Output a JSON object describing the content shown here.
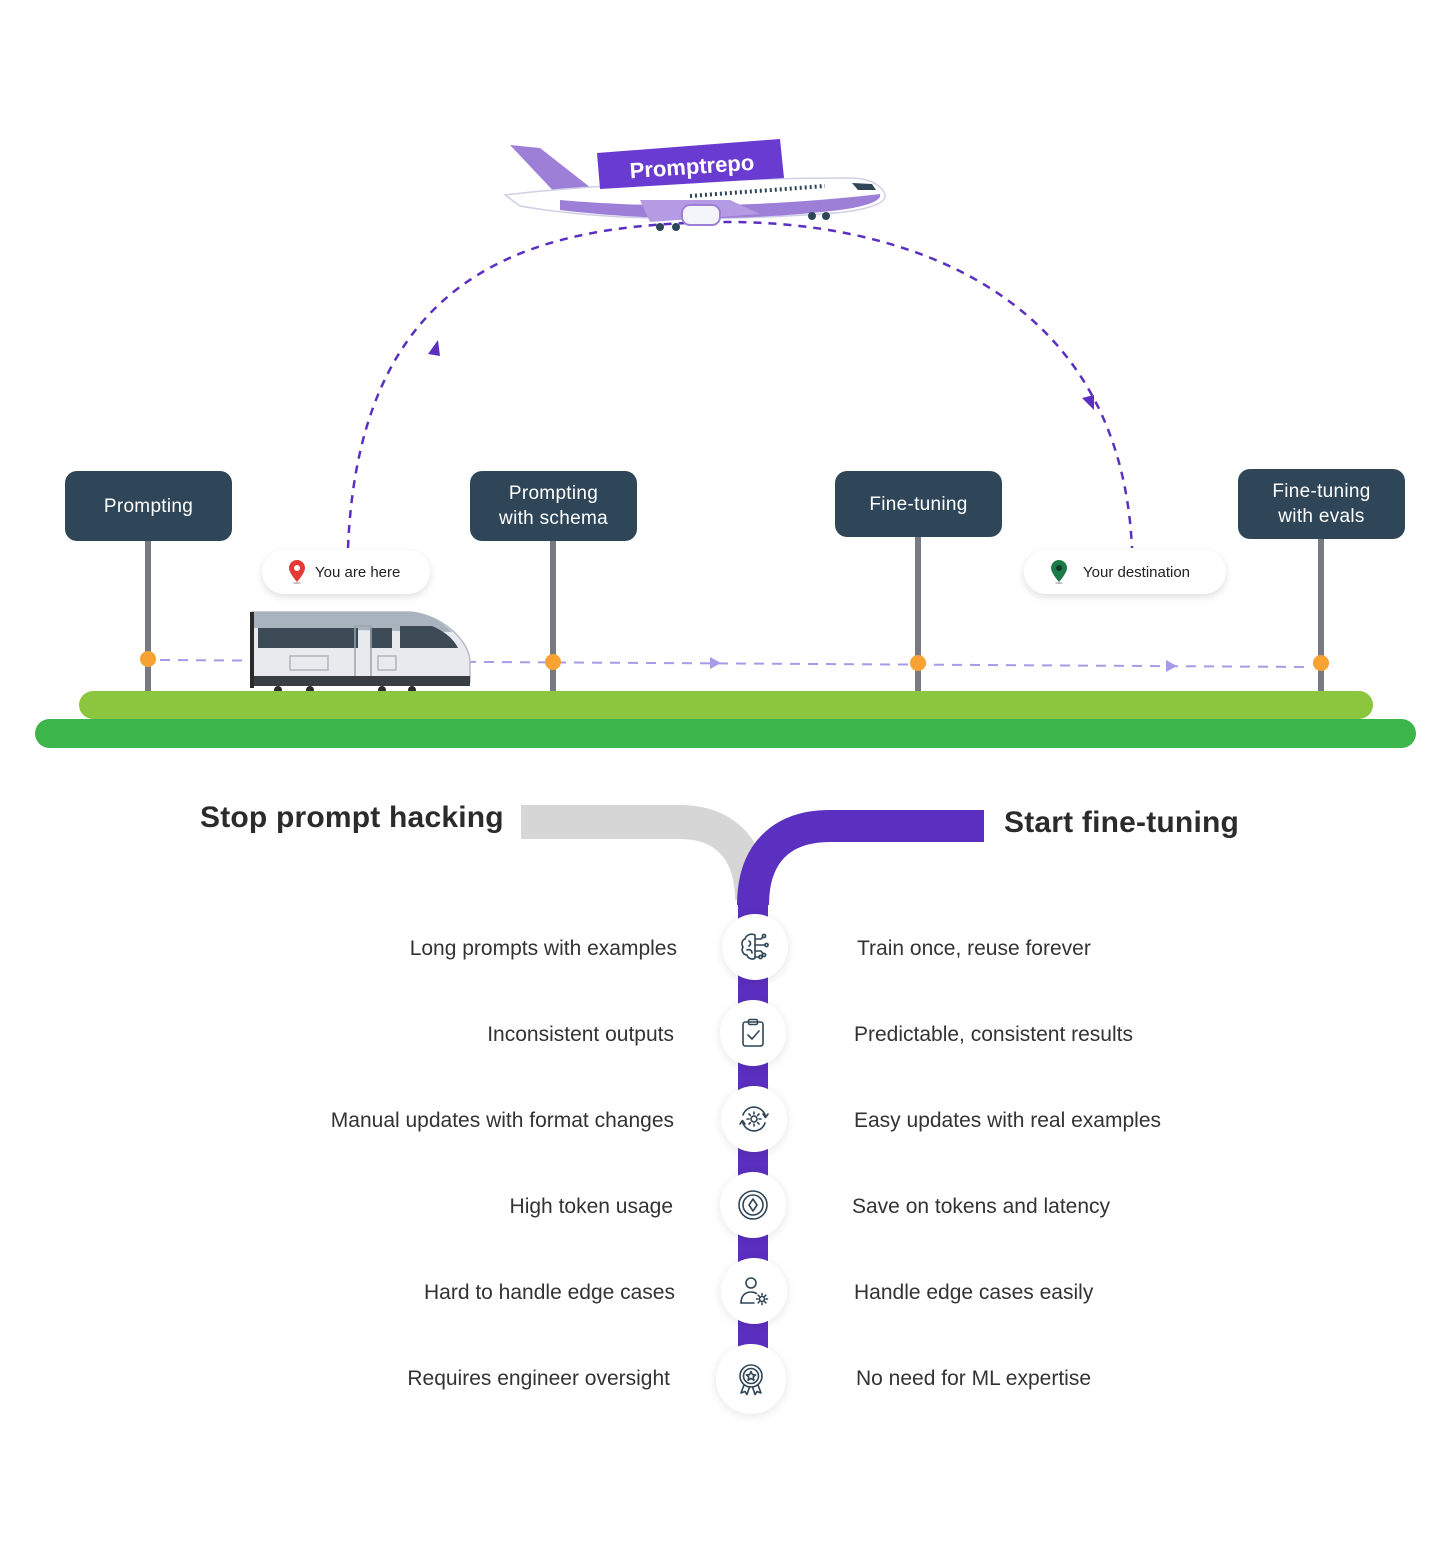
{
  "plane": {
    "brand": "Promptrepo"
  },
  "signs": [
    {
      "label": "Prompting"
    },
    {
      "label": "Prompting\nwith schema"
    },
    {
      "label": "Fine-tuning"
    },
    {
      "label": "Fine-tuning\nwith evals"
    }
  ],
  "markers": {
    "current": {
      "label": "You are here",
      "color": "#e53935"
    },
    "destination": {
      "label": "Your destination",
      "color": "#1b7a4a"
    }
  },
  "comparison": {
    "left_heading": "Stop prompt hacking",
    "right_heading": "Start fine-tuning",
    "rows": [
      {
        "left": "Long prompts with examples",
        "right": "Train once, reuse forever",
        "icon": "brain-circuit-icon"
      },
      {
        "left": "Inconsistent outputs",
        "right": "Predictable, consistent results",
        "icon": "clipboard-check-icon"
      },
      {
        "left": "Manual updates with format changes",
        "right": "Easy updates with real examples",
        "icon": "gear-refresh-icon"
      },
      {
        "left": "High token usage",
        "right": "Save on tokens and latency",
        "icon": "token-coin-icon"
      },
      {
        "left": "Hard to handle edge cases",
        "right": "Handle edge cases easily",
        "icon": "user-gear-icon"
      },
      {
        "left": "Requires engineer oversight",
        "right": "No need for ML expertise",
        "icon": "award-badge-icon"
      }
    ]
  },
  "colors": {
    "accent": "#5b2fbf",
    "sign": "#2f4658",
    "grass_light": "#8cc63f",
    "grass_dark": "#3cb54a",
    "stop_dot": "#f7a233",
    "old_path": "#d6d6d6"
  }
}
